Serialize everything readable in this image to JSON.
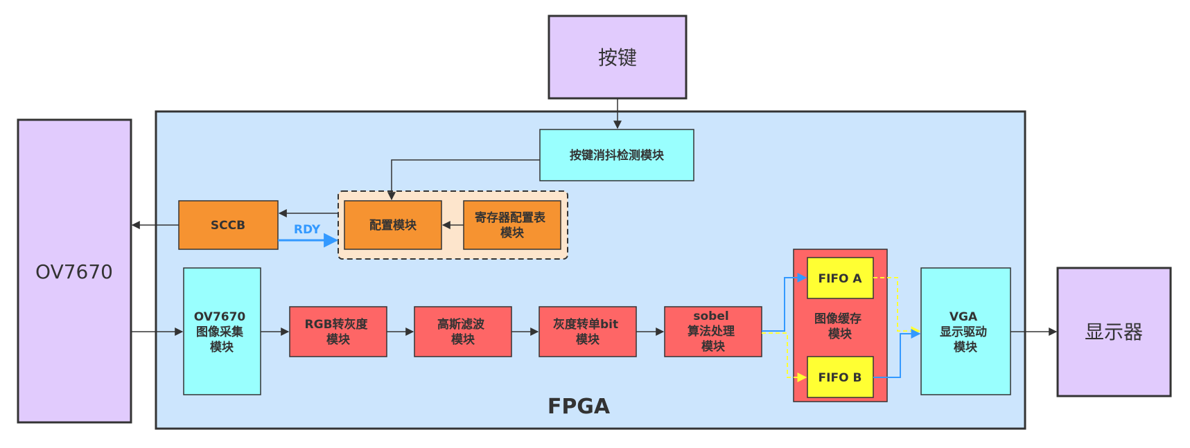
{
  "nodes": {
    "keypad": "按键",
    "debounce": "按键消抖检测模块",
    "sccb": "SCCB",
    "rdy": "RDY",
    "config": "配置模块",
    "regtable": [
      "寄存器配置表",
      "模块"
    ],
    "ov7670_ext": "OV7670",
    "capture": [
      "OV7670",
      "图像采集",
      "模块"
    ],
    "rgb2gray": [
      "RGB转灰度",
      "模块"
    ],
    "gauss": [
      "高斯滤波",
      "模块"
    ],
    "gray2bit": [
      "灰度转单bit",
      "模块"
    ],
    "sobel": [
      "sobel",
      "算法处理",
      "模块"
    ],
    "cache": [
      "图像缓存",
      "模块"
    ],
    "fifo_a": "FIFO A",
    "fifo_b": "FIFO B",
    "vga": [
      "VGA",
      "显示驱动",
      "模块"
    ],
    "display": "显示器",
    "fpga": "FPGA"
  },
  "colors": {
    "external": "#e1cbfd",
    "fpga_bg": "#cce5fd",
    "cyan": "#99fffe",
    "orange": "#f69331",
    "orange_group": "#fde5cc",
    "red": "#fe6666",
    "yellow": "#ffff33",
    "blue_line": "#3399ff",
    "yellow_line": "#ffff33"
  }
}
